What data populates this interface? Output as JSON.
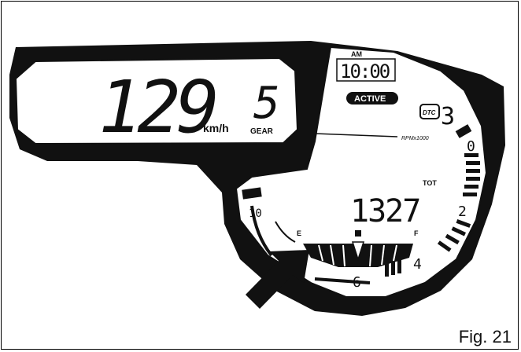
{
  "dashboard": {
    "speed": "129",
    "speed_unit": "km/h",
    "gear": "5",
    "gear_label": "GEAR",
    "clock_ampm": "AM",
    "clock_time": "10:00",
    "mode_badge": "ACTIVE",
    "dtc_label": "DTC",
    "dtc_value": "3",
    "rpm_label": "RPMx1000",
    "odometer": "1327",
    "odometer_label": "TOT",
    "tach_marks": [
      "0",
      "2",
      "4",
      "6",
      "10"
    ],
    "fuel_empty_label": "E",
    "fuel_full_label": "F"
  },
  "figure_caption": "Fig. 21",
  "colors": {
    "ink": "#111111",
    "screen": "#ffffff"
  }
}
